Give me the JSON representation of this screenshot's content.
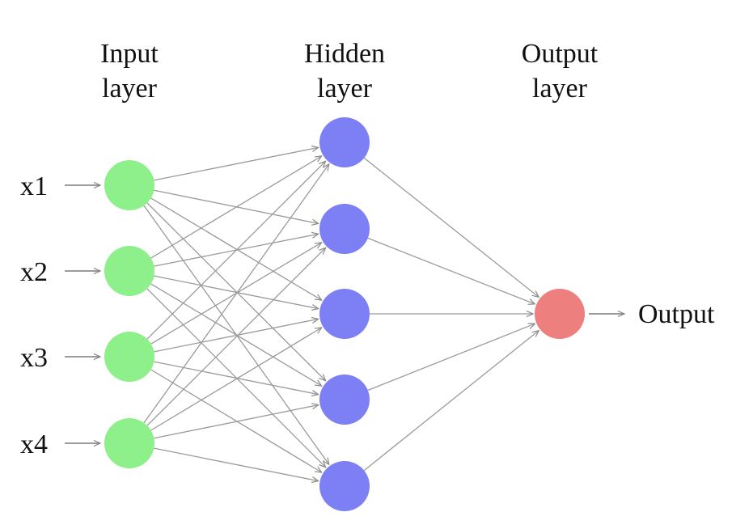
{
  "layers": {
    "input": {
      "title_line1": "Input",
      "title_line2": "layer",
      "node_count": 4,
      "node_color": "#8ef08a"
    },
    "hidden": {
      "title_line1": "Hidden",
      "title_line2": "layer",
      "node_count": 5,
      "node_color": "#7d80f5"
    },
    "output": {
      "title_line1": "Output",
      "title_line2": "layer",
      "node_count": 1,
      "node_color": "#ee7f7f"
    }
  },
  "inputs": [
    "x1",
    "x2",
    "x3",
    "x4"
  ],
  "output_label": "Output",
  "colors": {
    "edge": "#9a9a9a",
    "arrow": "#7a7a7a",
    "text": "#111111"
  }
}
